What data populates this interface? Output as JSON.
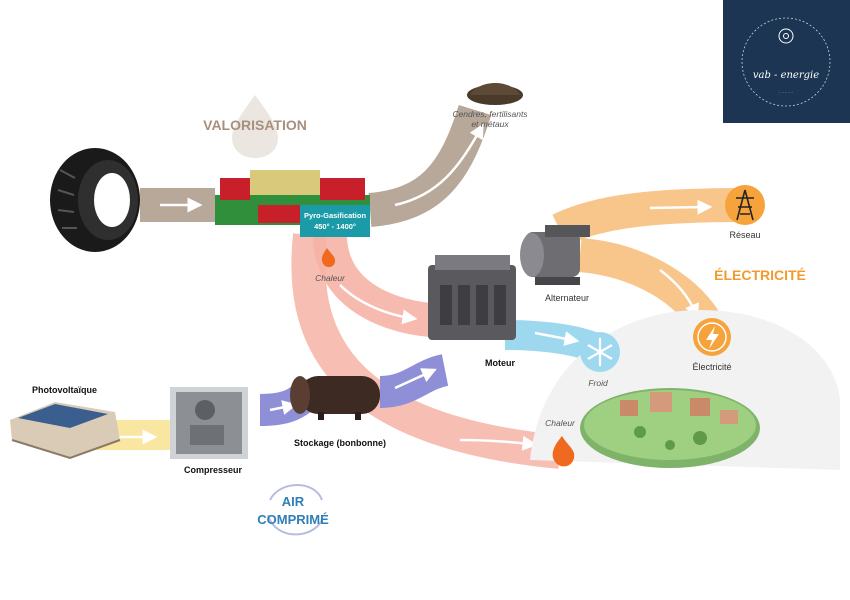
{
  "brand": {
    "name": "vab - energie",
    "tagline": "·  ·  ·  ·  ·",
    "colors": {
      "panel": "#1c3553",
      "text": "#ffffff"
    }
  },
  "sections": {
    "valorisation": "VALORISATION",
    "electricite": "ÉLECTRICITÉ",
    "air_line1": "AIR",
    "air_line2": "COMPRIMÉ"
  },
  "nodes": {
    "pyro_title": "Pyro-Gasification",
    "pyro_temp": "450° - 1400°",
    "residues_line1": "Cendres, fertilisants",
    "residues_line2": "et métaux",
    "chaleur_top": "Chaleur",
    "reseau": "Réseau",
    "alternateur": "Alternateur",
    "electricite_label": "Électricité",
    "moteur": "Moteur",
    "froid": "Froid",
    "chaleur_bottom": "Chaleur",
    "photovoltaique": "Photovoltaïque",
    "compresseur": "Compresseur",
    "stockage": "Stockage (bonbonne)"
  },
  "colors": {
    "brown": "#b8a89a",
    "salmon": "#f6b3a6",
    "orange": "#f8c58a",
    "lightblue": "#9ed8ef",
    "violet": "#8e8fd6",
    "yellow": "#f9e6a0",
    "accent_orange": "#f39a2e",
    "accent_blue": "#2f7fb8"
  }
}
